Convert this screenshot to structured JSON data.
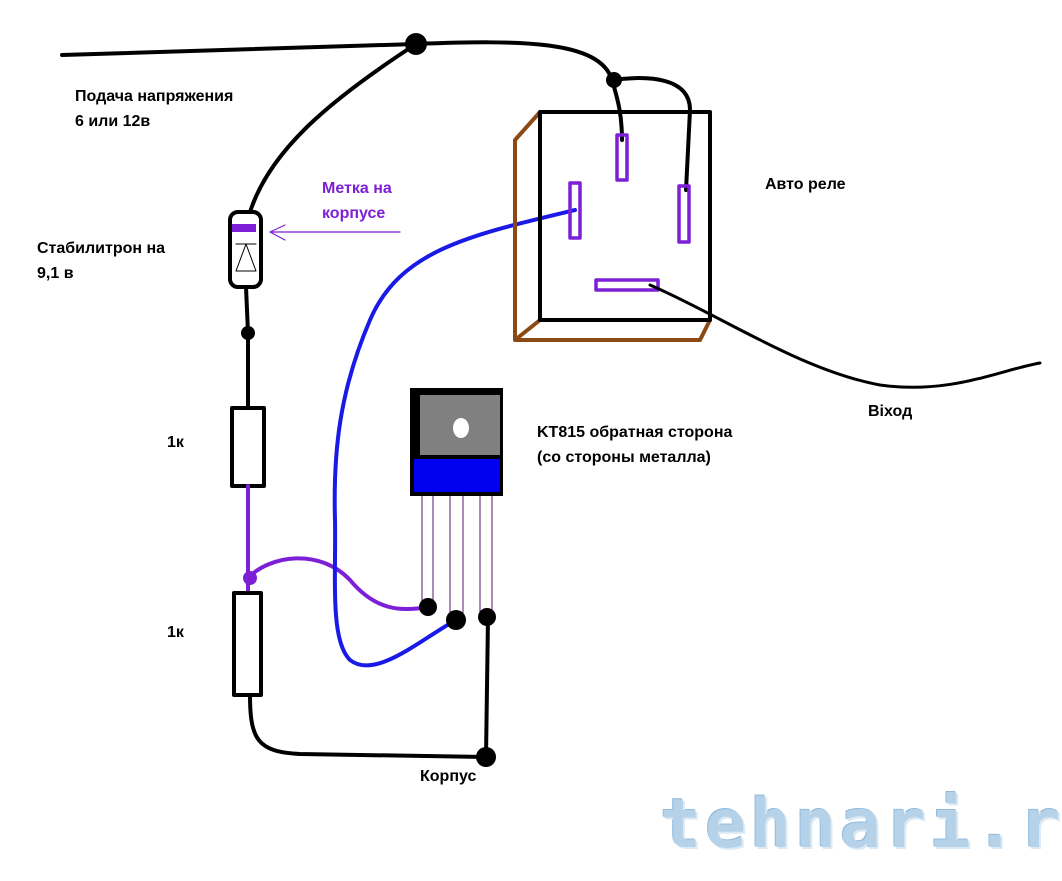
{
  "labels": {
    "supply_line1": "Подача напряжения",
    "supply_line2": "6 или 12в",
    "mark_line1": "Метка на",
    "mark_line2": "корпусе",
    "zener_line1": "Стабилитрон на",
    "zener_line2": "9,1 в",
    "relay": "Авто реле",
    "resistor1": "1к",
    "resistor2": "1к",
    "transistor_line1": "KT815 обратная сторона",
    "transistor_line2": "(со стороны металла)",
    "output": "Віход",
    "ground": "Корпус"
  },
  "watermark": "tehnari.ru",
  "colors": {
    "wire": "#000000",
    "purple": "#7d1fd6",
    "blue": "#1a1ae6",
    "relay_side": "#8b4a14",
    "transistor_body": "#808080",
    "transistor_band": "#0000ee"
  }
}
